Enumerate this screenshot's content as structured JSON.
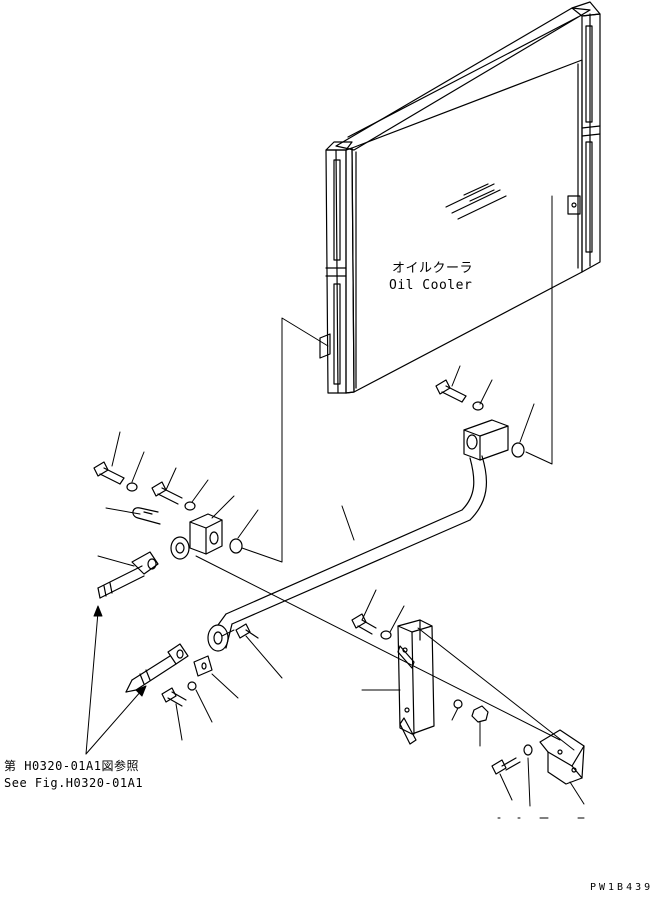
{
  "labels": {
    "oil_cooler_jp": "オイルクーラ",
    "oil_cooler_en": "Oil Cooler",
    "reference_jp": "第 H0320-01A1図参照",
    "reference_en": "See Fig.H0320-01A1",
    "drawing_number": "PW1B439"
  },
  "colors": {
    "line": "#000000",
    "background": "#ffffff"
  }
}
